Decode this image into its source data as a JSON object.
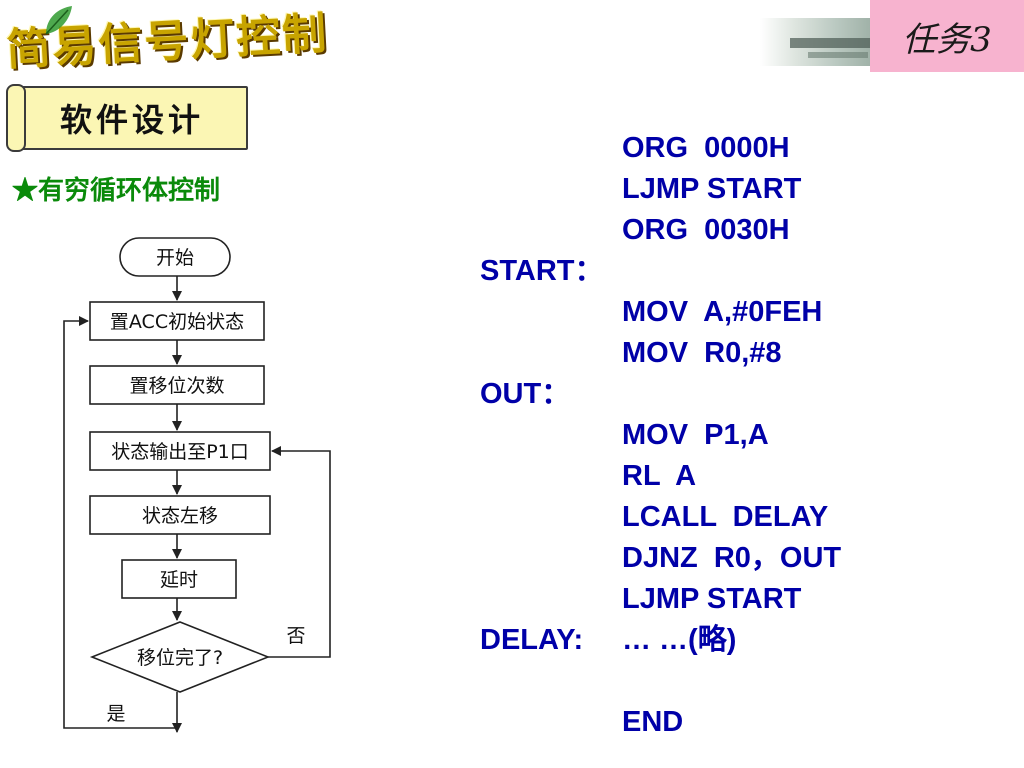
{
  "header": {
    "title": "简易信号灯控制",
    "task_tab": "任务3"
  },
  "section": {
    "label": "软件设计",
    "loop_heading": "★有穷循环体控制"
  },
  "flowchart": {
    "start": "开始",
    "init_acc": "置ACC初始状态",
    "set_count": "置移位次数",
    "output_p1": "状态输出至P1口",
    "shift_left": "状态左移",
    "delay": "延时",
    "decision": "移位完了?",
    "no_label": "否",
    "yes_label": "是"
  },
  "code": {
    "lines": [
      "ORG  0000H",
      "LJMP START",
      "ORG  0030H",
      "START：",
      "MOV  A,#0FEH",
      "MOV  R0,#8",
      "OUT：",
      "MOV  P1,A",
      "RL  A",
      "LCALL  DELAY",
      "DJNZ  R0，OUT",
      "LJMP START",
      "DELAY:",
      "… …(略)",
      "END"
    ]
  },
  "colors": {
    "code": "#0000a8",
    "heading": "#0a8a0a",
    "task_tab": "#f7b3cf",
    "scroll": "#fbf6b4",
    "title": "#c8a400"
  }
}
